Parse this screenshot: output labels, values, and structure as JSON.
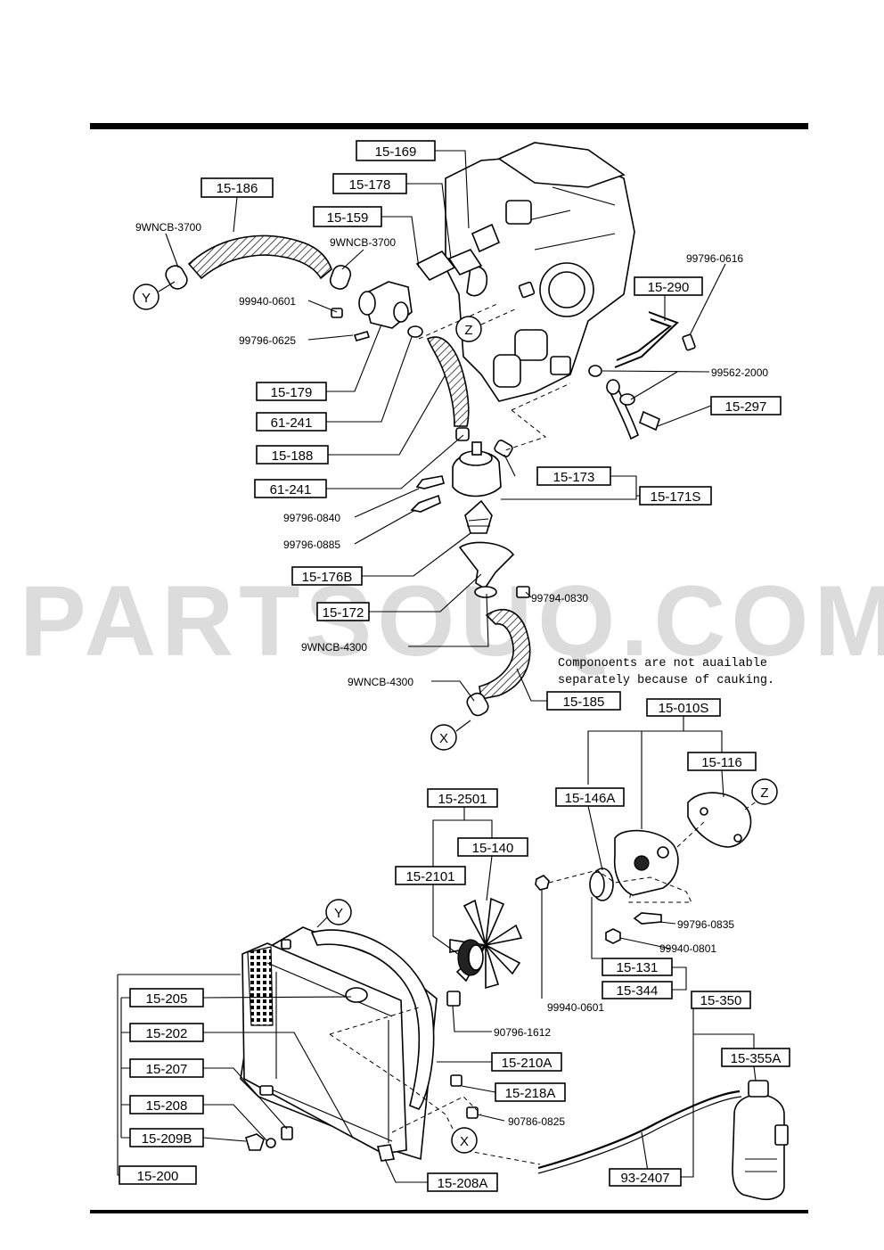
{
  "watermark": "PARTSOUQ.COM",
  "note": {
    "line1": "Componoents are not auailable",
    "line2": "separately because of cauking."
  },
  "view_markers": {
    "y_top": "Y",
    "z_top": "Z",
    "x_top": "X",
    "z_pump": "Z",
    "y_rad": "Y",
    "x_rad": "X"
  },
  "part_boxes": {
    "b15_169": "15-169",
    "b15_178": "15-178",
    "b15_159": "15-159",
    "b15_186": "15-186",
    "b15_290": "15-290",
    "b15_297": "15-297",
    "b15_179": "15-179",
    "b61_241_a": "61-241",
    "b15_188": "15-188",
    "b61_241_b": "61-241",
    "b15_173": "15-173",
    "b15_171S": "15-171S",
    "b15_176B": "15-176B",
    "b15_172": "15-172",
    "b15_185": "15-185",
    "b15_010S": "15-010S",
    "b15_116": "15-116",
    "b15_146A": "15-146A",
    "b15_2501": "15-2501",
    "b15_140": "15-140",
    "b15_2101": "15-2101",
    "b15_131": "15-131",
    "b15_344": "15-344",
    "b15_350": "15-350",
    "b15_355A": "15-355A",
    "b15_205": "15-205",
    "b15_202": "15-202",
    "b15_207": "15-207",
    "b15_208": "15-208",
    "b15_209B": "15-209B",
    "b15_200": "15-200",
    "b15_210A": "15-210A",
    "b15_218A": "15-218A",
    "b15_208A": "15-208A",
    "b93_2407": "93-2407"
  },
  "part_numbers": {
    "p9wncb3700_a": "9WNCB-3700",
    "p9wncb3700_b": "9WNCB-3700",
    "p99940_0601_a": "99940-0601",
    "p99796_0625": "99796-0625",
    "p99796_0616": "99796-0616",
    "p99562_2000": "99562-2000",
    "p99796_0840": "99796-0840",
    "p99796_0885": "99796-0885",
    "p99794_0830": "99794-0830",
    "p9wncb4300_a": "9WNCB-4300",
    "p9wncb4300_b": "9WNCB-4300",
    "p99796_0835": "99796-0835",
    "p99940_0801": "99940-0801",
    "p99940_0601_b": "99940-0601",
    "p90796_1612": "90796-1612",
    "p90786_0825": "90786-0825"
  }
}
